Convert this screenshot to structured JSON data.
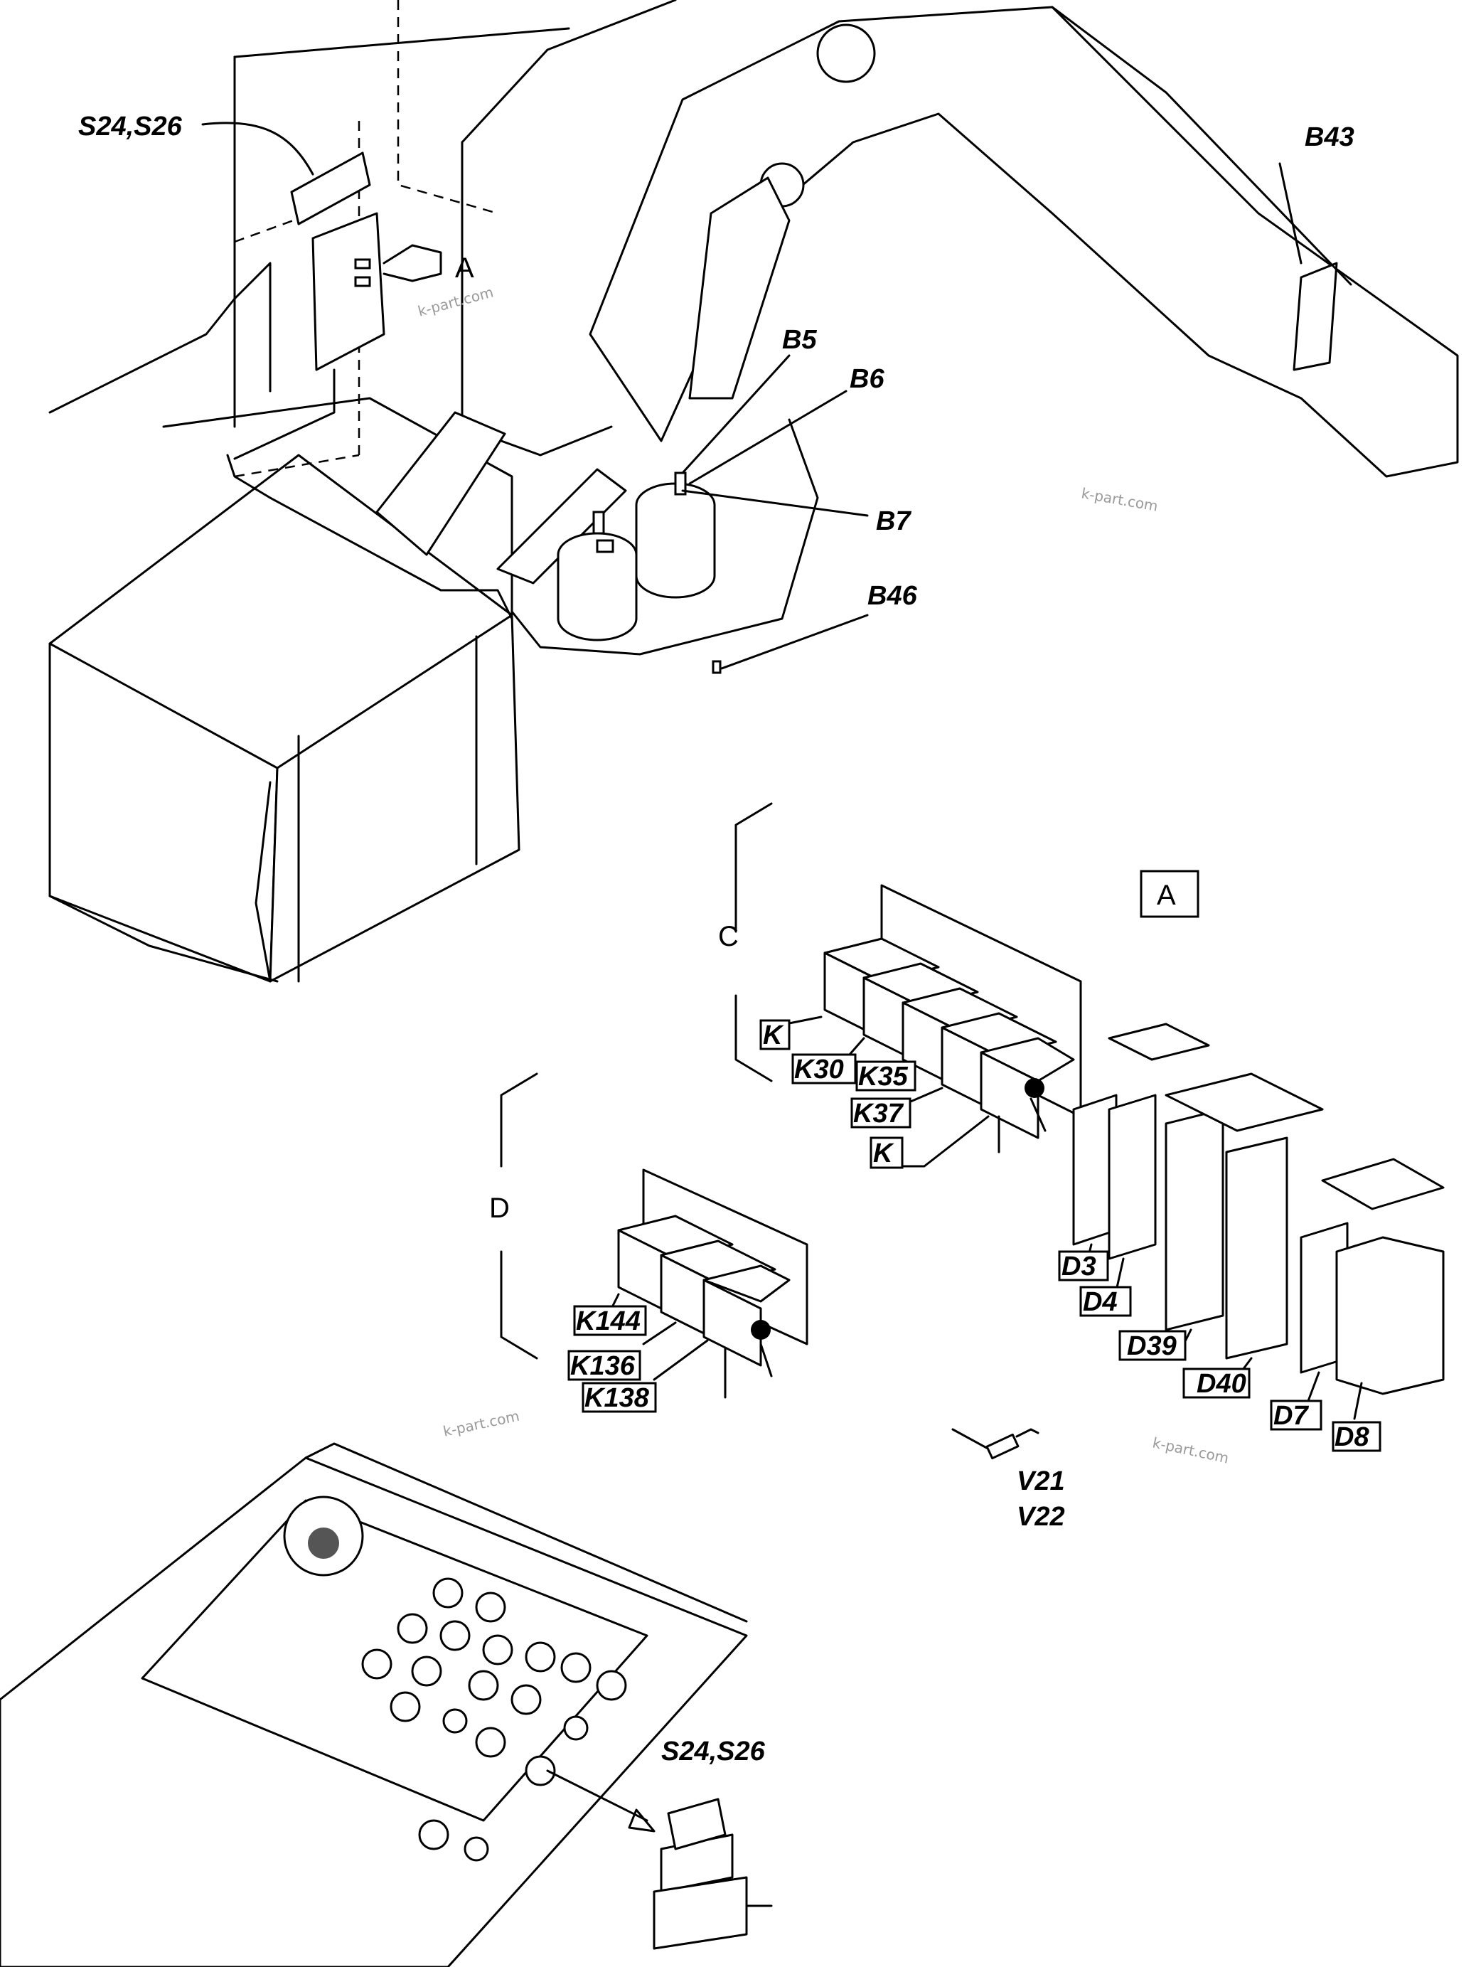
{
  "callouts": {
    "s24_s26_top": "S24,S26",
    "a_arrow": "A",
    "b43": "B43",
    "b5": "B5",
    "b6": "B6",
    "b7": "B7",
    "b46": "B46",
    "detail_a": "A",
    "c": "C",
    "d": "D",
    "k_top": "K",
    "k30": "K30",
    "k35": "K35",
    "k37": "K37",
    "k_bottom": "K",
    "k144": "K144",
    "k136": "K136",
    "k138": "K138",
    "d3": "D3",
    "d4": "D4",
    "d39": "D39",
    "d40": "D40",
    "d7": "D7",
    "d8": "D8",
    "v21": "V21",
    "v22": "V22",
    "s24_s26_bottom": "S24,S26"
  },
  "watermarks": [
    "k-part.com",
    "k-part.com",
    "k-part.com",
    "k-part.com"
  ]
}
